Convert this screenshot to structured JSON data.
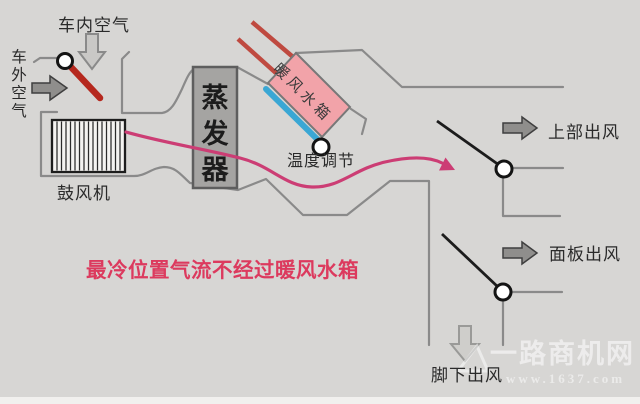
{
  "labels": {
    "cabin_air": "车内空气",
    "outside_air": "车\n外\n空\n气",
    "blower": "鼓风机",
    "evaporator": "蒸\n发\n器",
    "heater_core": "暖风水箱",
    "temperature_control": "温度调节",
    "upper_outlet": "上部出风",
    "panel_outlet": "面板出风",
    "foot_outlet": "脚下出风",
    "note": "最冷位置气流不经过暖风水箱"
  },
  "watermark": {
    "site_name": "一路商机网",
    "url_text": "www.1637.com"
  },
  "icons": {
    "outside-air-arrow-icon": "solid gray right block arrow",
    "cabin-air-arrow-icon": "light gray down block arrow",
    "upper-outlet-arrow-icon": "solid gray right block arrow",
    "panel-outlet-arrow-icon": "solid gray right block arrow",
    "foot-outlet-arrow-icon": "light gray down block arrow",
    "airflow-arrow-icon": "magenta curved flow arrow",
    "recirc-flap-icon": "red damper flap with pivot",
    "blend-door-icon": "blue temperature blend door",
    "mode-flap-icon": "black damper flap with pivot"
  },
  "colors": {
    "background": "#d7d6d4",
    "duct_line": "#8a8a8a",
    "evaporator_fill": "#a5a4a2",
    "heater_core_fill": "#f2a3a9",
    "heater_pipe_red": "#bf4a40",
    "blend_door_blue": "#3aa7d4",
    "recirc_flap_red": "#b5281e",
    "mode_flap_black": "#1c1c1c",
    "airflow_magenta": "#cc3d74",
    "note_text": "#dc3a5e",
    "dark_arrow_fill": "#8f8e8c",
    "light_arrow_fill": "#c9c8c6",
    "label_text": "#2a2a2a",
    "watermark_text": "rgba(255,255,255,0.55)"
  }
}
